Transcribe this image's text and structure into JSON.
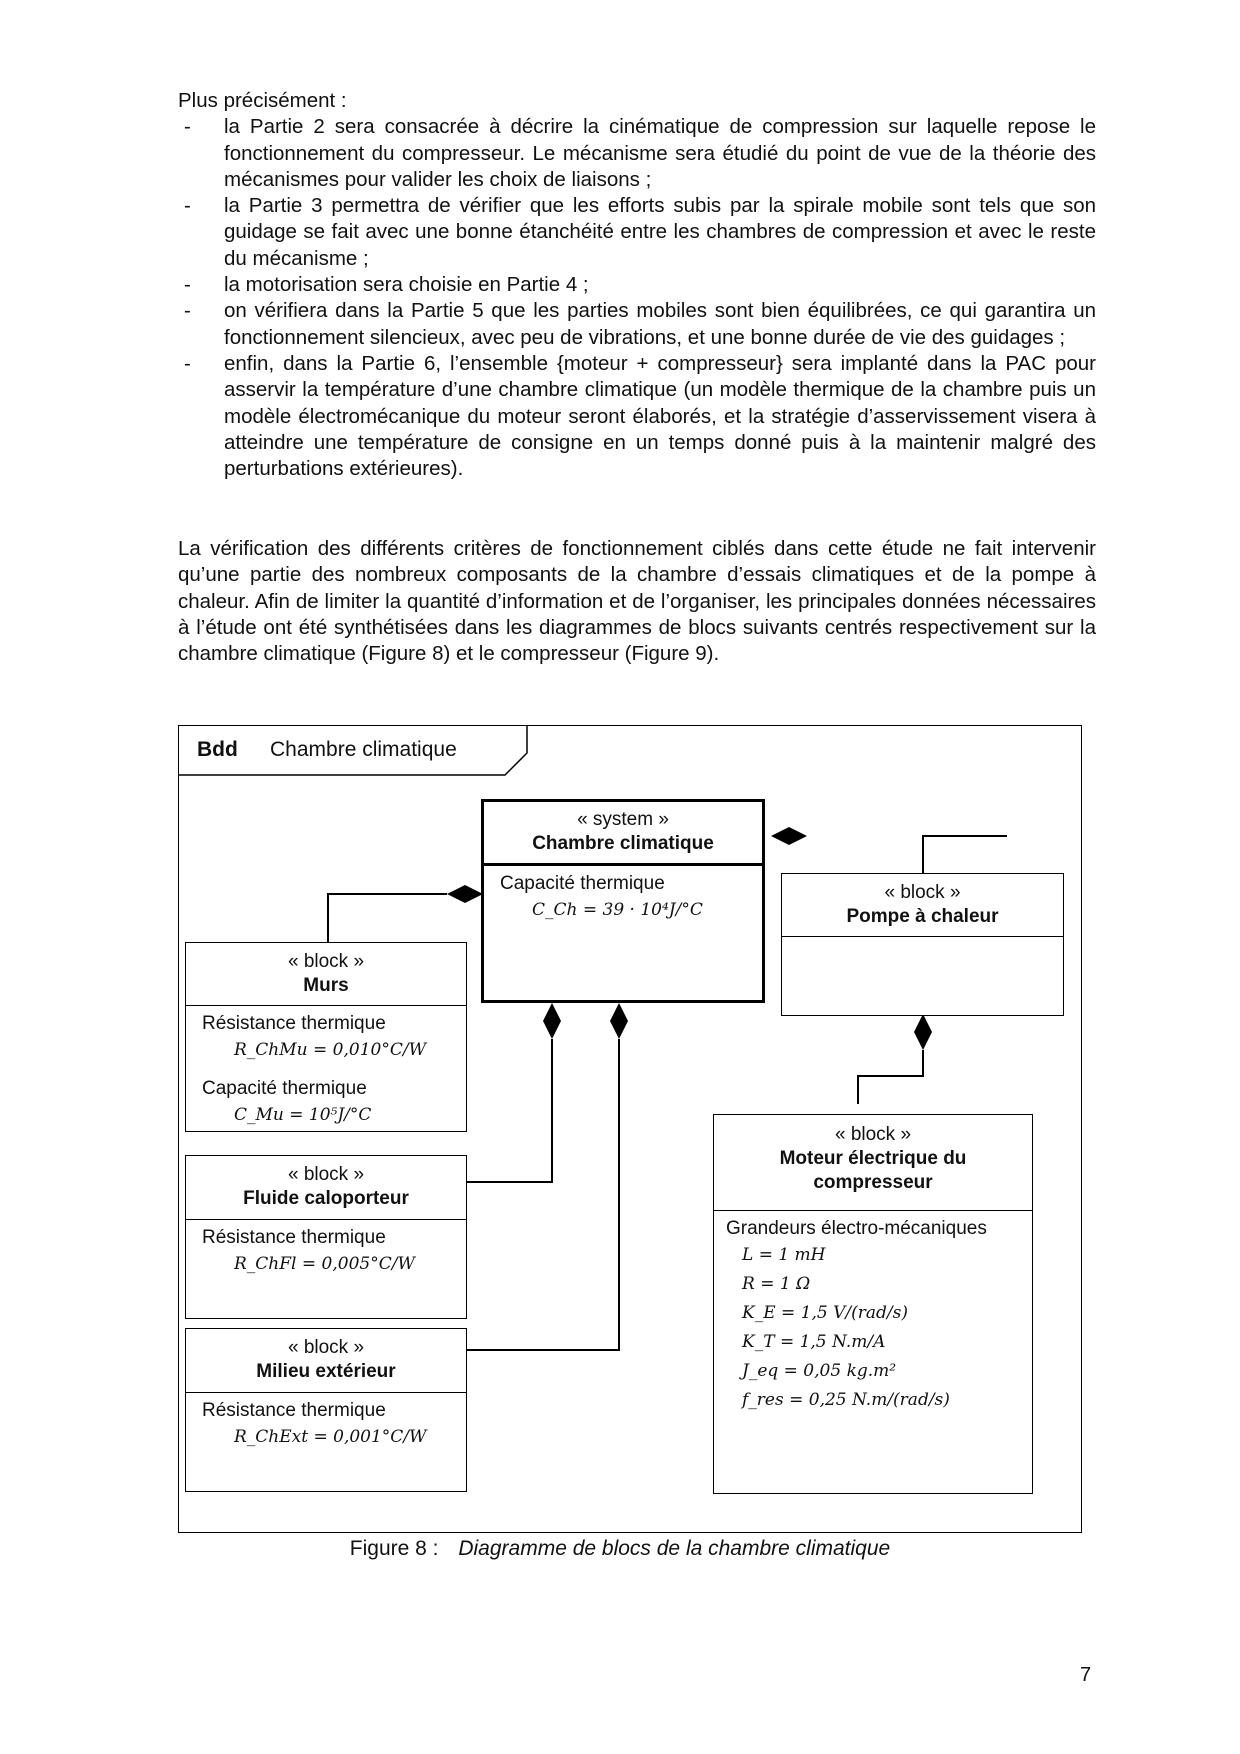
{
  "intro": {
    "lead": "Plus précisément :",
    "items": [
      "la Partie 2 sera consacrée à décrire la cinématique de compression sur laquelle repose le fonctionnement du compresseur. Le mécanisme sera étudié du point de vue de la théorie des mécanismes pour valider les choix de liaisons ;",
      "la Partie 3 permettra de vérifier que les efforts subis par la spirale mobile sont tels que son guidage se fait avec une bonne étanchéité entre les chambres de compression et avec le reste du mécanisme ;",
      "la motorisation sera choisie en Partie 4 ;",
      "on vérifiera dans la Partie 5 que les parties mobiles sont bien équilibrées, ce qui garantira un fonctionnement silencieux, avec peu de vibrations, et une bonne durée de vie des guidages ;",
      "enfin, dans la Partie 6, l’ensemble {moteur + compresseur} sera implanté dans la PAC pour asservir la température d’une chambre climatique (un modèle thermique de la chambre puis un modèle électromécanique du moteur seront élaborés, et la stratégie d’asservissement visera à atteindre une température de consigne en un temps donné puis à la maintenir malgré des perturbations extérieures)."
    ],
    "bullet": "-"
  },
  "paragraph": "La vérification des différents critères de fonctionnement ciblés dans cette étude ne fait intervenir qu’une partie des nombreux composants de la chambre d’essais climatiques et de la pompe à chaleur. Afin de limiter la quantité d’information et de l’organiser, les principales données nécessaires à l’étude ont été synthétisées dans les diagrammes de blocs suivants centrés respectivement sur la chambre climatique (Figure 8) et le compresseur (Figure 9).",
  "diagram": {
    "kind": "Bdd",
    "name": "Chambre climatique",
    "system": {
      "stereotype": "« system »",
      "name": "Chambre climatique",
      "prop_label": "Capacité thermique",
      "prop_value": "C_Ch = 39 · 10⁴J/°C"
    },
    "pompe": {
      "stereotype": "« block »",
      "name": "Pompe à chaleur"
    },
    "murs": {
      "stereotype": "« block »",
      "name": "Murs",
      "r_label": "Résistance thermique",
      "r_value": "R_ChMu = 0,010°C/W",
      "c_label": "Capacité thermique",
      "c_value": "C_Mu = 10⁵J/°C"
    },
    "fluide": {
      "stereotype": "« block »",
      "name": "Fluide caloporteur",
      "r_label": "Résistance thermique",
      "r_value": "R_ChFl = 0,005°C/W"
    },
    "milieu": {
      "stereotype": "« block »",
      "name": "Milieu extérieur",
      "r_label": "Résistance thermique",
      "r_value": "R_ChExt = 0,001°C/W"
    },
    "moteur": {
      "stereotype": "« block »",
      "name": "Moteur électrique du compresseur",
      "label": "Grandeurs électro-mécaniques",
      "values": [
        "L = 1 mH",
        "R = 1 Ω",
        "K_E = 1,5 V/(rad/s)",
        "K_T = 1,5 N.m/A",
        "J_eq = 0,05 kg.m²",
        "f_res = 0,25 N.m/(rad/s)"
      ]
    }
  },
  "caption": {
    "label": "Figure 8 :",
    "title": "Diagramme de blocs de la chambre climatique"
  },
  "page_number": "7"
}
